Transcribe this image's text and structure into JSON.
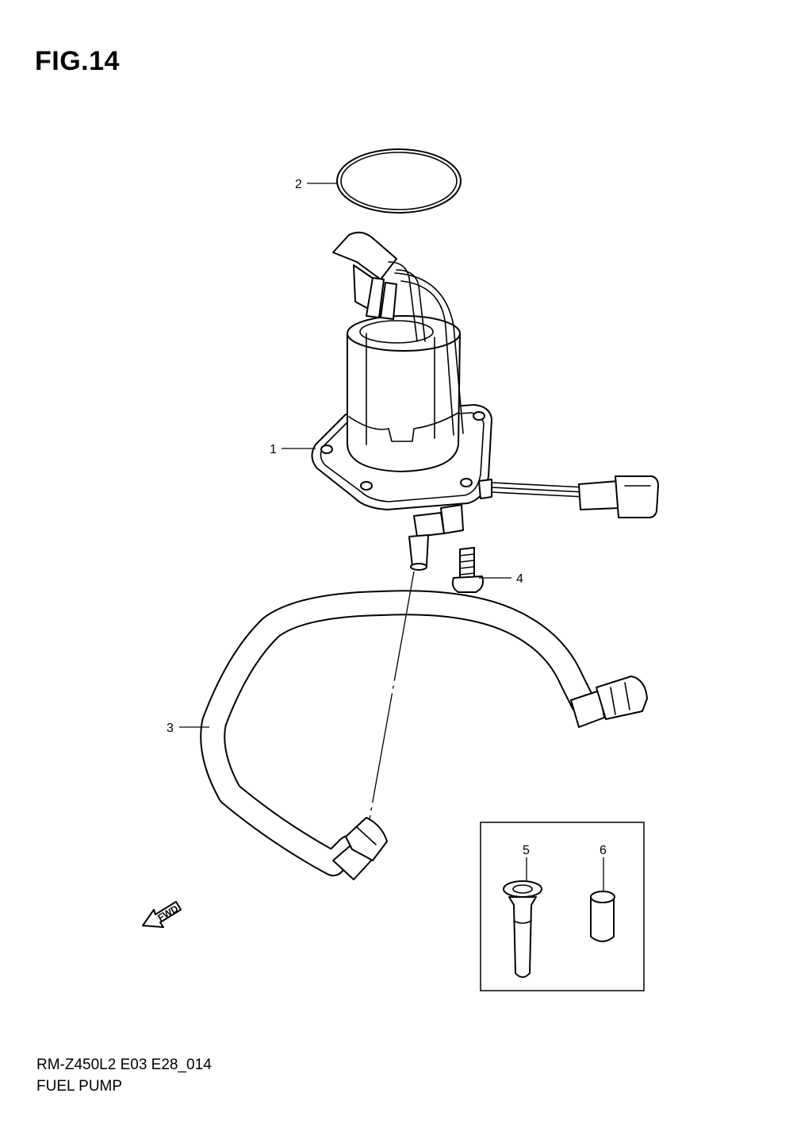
{
  "figure": {
    "title": "FIG.14",
    "model_code": "RM-Z450L2 E03 E28_014",
    "name": "FUEL PUMP"
  },
  "callouts": [
    {
      "id": "1",
      "label": "1"
    },
    {
      "id": "2",
      "label": "2"
    },
    {
      "id": "3",
      "label": "3"
    },
    {
      "id": "4",
      "label": "4"
    },
    {
      "id": "5",
      "label": "5"
    },
    {
      "id": "6",
      "label": "6"
    }
  ],
  "direction_marker": {
    "label": "FWD",
    "icon": "fwd-arrow-icon"
  }
}
